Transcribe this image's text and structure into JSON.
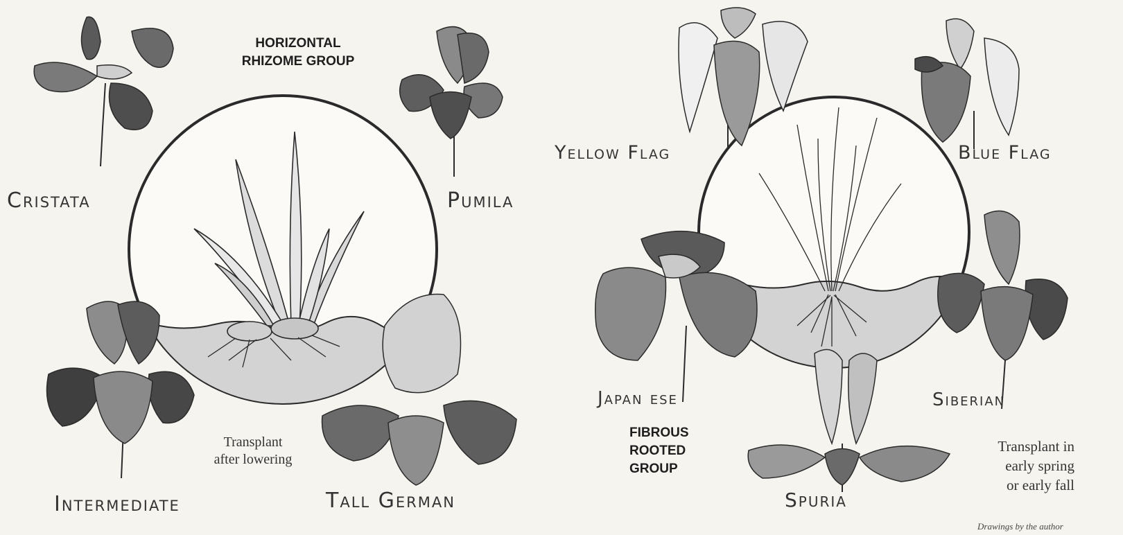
{
  "left_group": {
    "title_line1": "HORIZONTAL",
    "title_line2": "RHIZOME GROUP",
    "varieties": {
      "cristata": "Cristata",
      "pumila": "Pumila",
      "intermediate": "Intermediate",
      "tall_german": "Tall German"
    },
    "note_line1": "Transplant",
    "note_line2": "after lowering"
  },
  "right_group": {
    "title_line1": "FIBROUS",
    "title_line2": "ROOTED",
    "title_line3": "GROUP",
    "varieties": {
      "yellow_flag": "Yellow Flag",
      "blue_flag": "Blue Flag",
      "japanese": "Japan ese",
      "siberian": "Siberian",
      "spuria": "Spuria"
    },
    "note_line1": "Transplant in",
    "note_line2": "early spring",
    "note_line3": "or early fall"
  },
  "credit": "Drawings by the author",
  "colors": {
    "paper": "#f6f4ef",
    "ink": "#2a2a2a",
    "petal_dark": "#4a4a4a",
    "petal_mid": "#8a8a8a",
    "petal_light": "#c9c9c9",
    "soil": "#d3d3d3"
  }
}
